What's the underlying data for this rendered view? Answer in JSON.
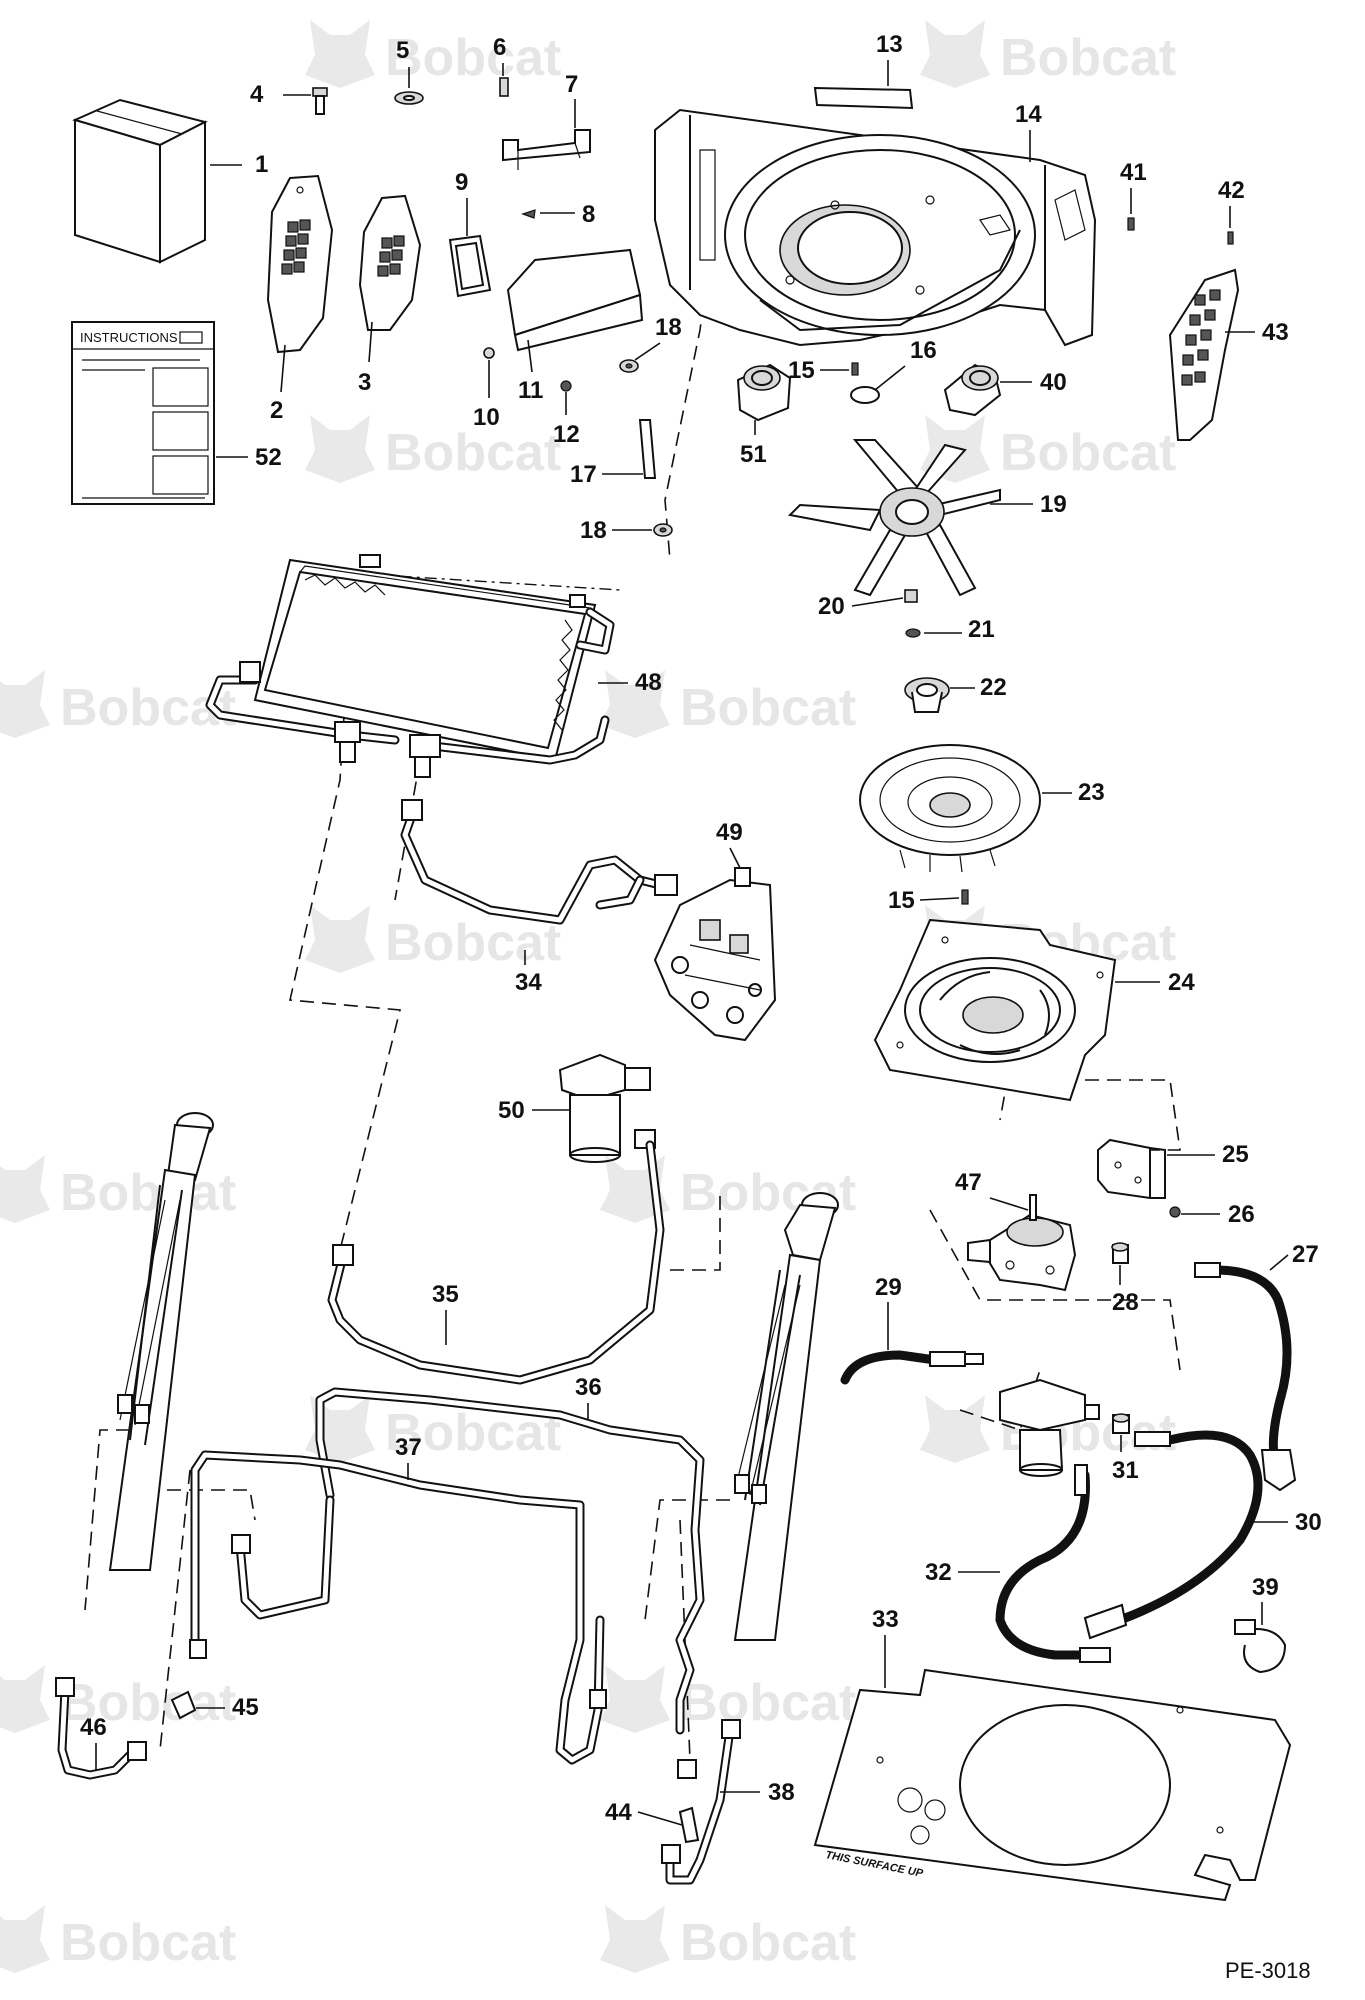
{
  "watermark": {
    "brand": "Bobcat"
  },
  "drawing_code": "PE-3018",
  "instructions_sheet": {
    "title": "INSTRUCTIONS"
  },
  "engine_plate": {
    "text": "THIS SURFACE UP"
  },
  "callouts": [
    {
      "id": "1",
      "label": "1"
    },
    {
      "id": "2",
      "label": "2"
    },
    {
      "id": "3",
      "label": "3"
    },
    {
      "id": "4",
      "label": "4"
    },
    {
      "id": "5",
      "label": "5"
    },
    {
      "id": "6",
      "label": "6"
    },
    {
      "id": "7",
      "label": "7"
    },
    {
      "id": "8",
      "label": "8"
    },
    {
      "id": "9",
      "label": "9"
    },
    {
      "id": "10",
      "label": "10"
    },
    {
      "id": "11",
      "label": "11"
    },
    {
      "id": "12",
      "label": "12"
    },
    {
      "id": "13",
      "label": "13"
    },
    {
      "id": "14",
      "label": "14"
    },
    {
      "id": "15a",
      "label": "15"
    },
    {
      "id": "15b",
      "label": "15"
    },
    {
      "id": "16",
      "label": "16"
    },
    {
      "id": "17",
      "label": "17"
    },
    {
      "id": "18a",
      "label": "18"
    },
    {
      "id": "18b",
      "label": "18"
    },
    {
      "id": "19",
      "label": "19"
    },
    {
      "id": "20",
      "label": "20"
    },
    {
      "id": "21",
      "label": "21"
    },
    {
      "id": "22",
      "label": "22"
    },
    {
      "id": "23",
      "label": "23"
    },
    {
      "id": "24",
      "label": "24"
    },
    {
      "id": "25",
      "label": "25"
    },
    {
      "id": "26",
      "label": "26"
    },
    {
      "id": "27",
      "label": "27"
    },
    {
      "id": "28",
      "label": "28"
    },
    {
      "id": "29",
      "label": "29"
    },
    {
      "id": "30",
      "label": "30"
    },
    {
      "id": "31",
      "label": "31"
    },
    {
      "id": "32",
      "label": "32"
    },
    {
      "id": "33",
      "label": "33"
    },
    {
      "id": "34",
      "label": "34"
    },
    {
      "id": "35",
      "label": "35"
    },
    {
      "id": "36",
      "label": "36"
    },
    {
      "id": "37",
      "label": "37"
    },
    {
      "id": "38",
      "label": "38"
    },
    {
      "id": "39",
      "label": "39"
    },
    {
      "id": "40",
      "label": "40"
    },
    {
      "id": "41",
      "label": "41"
    },
    {
      "id": "42",
      "label": "42"
    },
    {
      "id": "43",
      "label": "43"
    },
    {
      "id": "44",
      "label": "44"
    },
    {
      "id": "45",
      "label": "45"
    },
    {
      "id": "46",
      "label": "46"
    },
    {
      "id": "47",
      "label": "47"
    },
    {
      "id": "48",
      "label": "48"
    },
    {
      "id": "49",
      "label": "49"
    },
    {
      "id": "50",
      "label": "50"
    },
    {
      "id": "51",
      "label": "51"
    },
    {
      "id": "52",
      "label": "52"
    }
  ]
}
